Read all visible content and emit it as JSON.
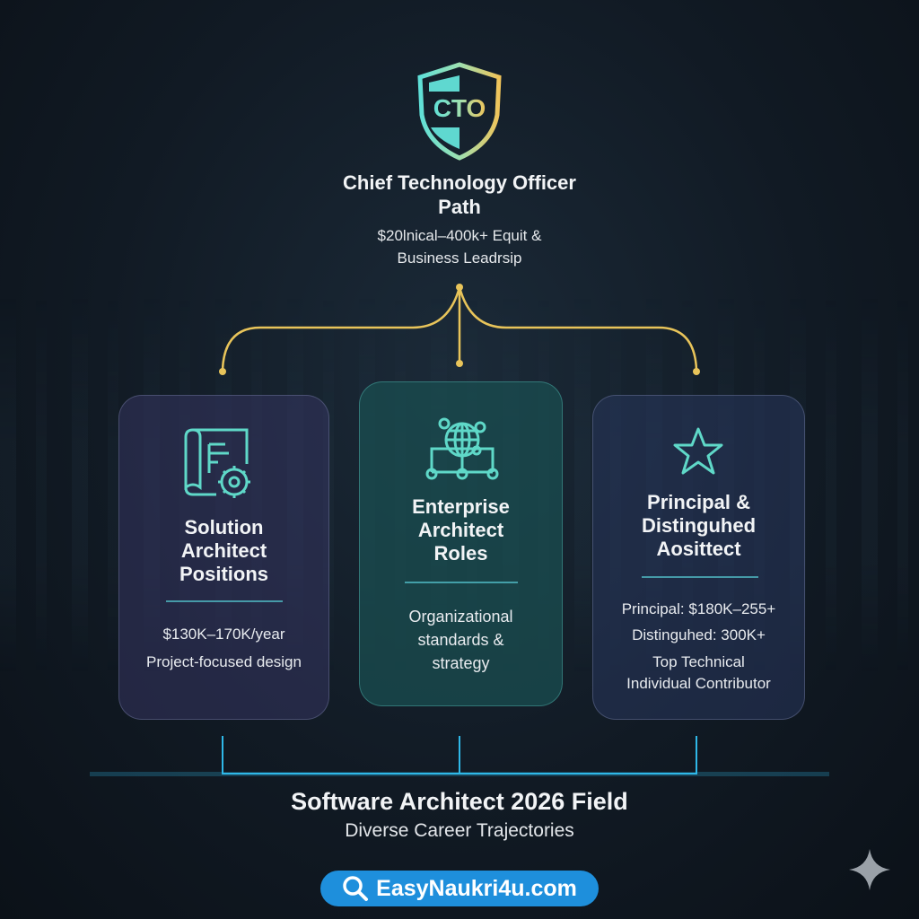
{
  "header": {
    "badge_text": "CTO",
    "title": "Chief Technology Officer Path",
    "subtitle_line1": "$20lnical–400k+ Equit &",
    "subtitle_line2": "Business Leadrsip"
  },
  "cards": [
    {
      "icon": "blueprint-gear-icon",
      "title_lines": [
        "Solution",
        "Architect",
        "Positions"
      ],
      "text_lines": [
        "$130K–170K/year",
        "Project-focused design"
      ]
    },
    {
      "icon": "globe-network-icon",
      "title_lines": [
        "Enterprise",
        "Architect",
        "Roles"
      ],
      "text_lines": [
        "Organizational",
        "standards &",
        "strategy"
      ]
    },
    {
      "icon": "star-icon",
      "title_lines": [
        "Principal &",
        "Distinguhed",
        "Aosittect"
      ],
      "text_lines": [
        "Principal: $180K–255+",
        "Distinguhed: 300K+",
        "Top Technical",
        "Individual Contributor"
      ]
    }
  ],
  "footer": {
    "title": "Software Architect 2026 Field",
    "subtitle": "Diverse Career Trajectories",
    "website": "EasyNaukri4u.com"
  },
  "colors": {
    "gold": "#e8c45a",
    "teal": "#5fd8c8",
    "cyan": "#2fb8e8",
    "pill": "#1e8fdc"
  }
}
